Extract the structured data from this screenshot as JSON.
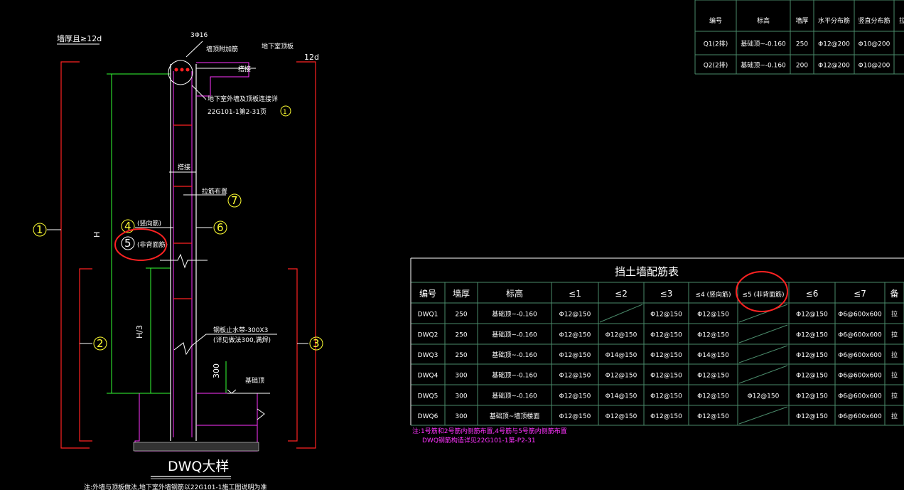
{
  "detail": {
    "title": "DWQ大样",
    "wall_thick_note": "墙厚且≥12d",
    "rebar_top": "3Φ16",
    "label_top_seal": "墙顶附加筋",
    "label_slab": "地下室顶板",
    "label_lap": "搭接",
    "label_slab_connection": "地下室外墙及顶板连接详",
    "ref_22g101": "22G101-1第2-31页",
    "label_lap2": "搭接",
    "label_tie": "拉筋布置",
    "label_outer_h": "(竖向筋)",
    "label_inner_h": "(非背面筋)",
    "dim_H": "H",
    "dim_H3": "H/3",
    "dim_300": "300",
    "dim_12d": "12d",
    "label_waterstop": "钢板止水带-300X3",
    "label_waterstop2": "(详见做法300,满焊)",
    "label_foundation": "基础顶",
    "bottom_note": "注:外墙与顶板做法,地下室外墙钢筋以22G101-1施工图说明为准",
    "callouts": [
      "1",
      "2",
      "3",
      "4",
      "5",
      "6",
      "7"
    ]
  },
  "table_top": {
    "headers": [
      "编号",
      "标高",
      "墙厚",
      "水平分布筋",
      "竖直分布筋",
      "拉筋"
    ],
    "rows": [
      [
        "Q1(2排)",
        "基础顶~-0.160",
        "250",
        "Φ12@200",
        "Φ10@200",
        ""
      ],
      [
        "Q2(2排)",
        "基础顶~-0.160",
        "200",
        "Φ12@200",
        "Φ10@200",
        ""
      ]
    ]
  },
  "table_main": {
    "title": "挡土墙配筋表",
    "headers": [
      "编号",
      "墙厚",
      "标高",
      "≤1",
      "≤2",
      "≤3",
      "≤4 (竖向筋)",
      "≤5 (非背面筋)",
      "≤6",
      "≤7",
      "备"
    ],
    "rows": [
      [
        "DWQ1",
        "250",
        "基础顶~-0.160",
        "Φ12@150",
        "",
        "Φ12@150",
        "Φ12@150",
        "",
        "Φ12@150",
        "Φ6@600x600",
        "拉"
      ],
      [
        "DWQ2",
        "250",
        "基础顶~-0.160",
        "Φ12@150",
        "Φ12@150",
        "Φ12@150",
        "Φ12@150",
        "",
        "Φ12@150",
        "Φ6@600x600",
        "拉"
      ],
      [
        "DWQ3",
        "250",
        "基础顶~-0.160",
        "Φ12@150",
        "Φ14@150",
        "Φ12@150",
        "Φ14@150",
        "",
        "Φ12@150",
        "Φ6@600x600",
        "拉"
      ],
      [
        "DWQ4",
        "300",
        "基础顶~-0.160",
        "Φ12@150",
        "Φ12@150",
        "Φ12@150",
        "Φ12@150",
        "",
        "Φ12@150",
        "Φ6@600x600",
        "拉"
      ],
      [
        "DWQ5",
        "300",
        "基础顶~-0.160",
        "Φ12@150",
        "Φ14@150",
        "Φ12@150",
        "Φ12@150",
        "Φ12@150",
        "Φ12@150",
        "Φ6@600x600",
        "拉"
      ],
      [
        "DWQ6",
        "300",
        "基础顶~墙顶楼面",
        "Φ12@150",
        "Φ12@150",
        "Φ12@150",
        "Φ12@150",
        "",
        "Φ12@150",
        "Φ6@600x600",
        "拉"
      ]
    ],
    "note1": "注:1号筋和2号筋内侧筋布置,4号筋与5号筋内侧筋布置",
    "note2": "DWQ钢筋构造详见22G101-1第-P2-31"
  },
  "colors": {
    "background": "#000000",
    "line": "#ffffff",
    "green": "#33ff33",
    "red": "#ff2222",
    "magenta": "#ff33ff",
    "yellow": "#ffff33",
    "table_border": "#4a8a6a"
  }
}
